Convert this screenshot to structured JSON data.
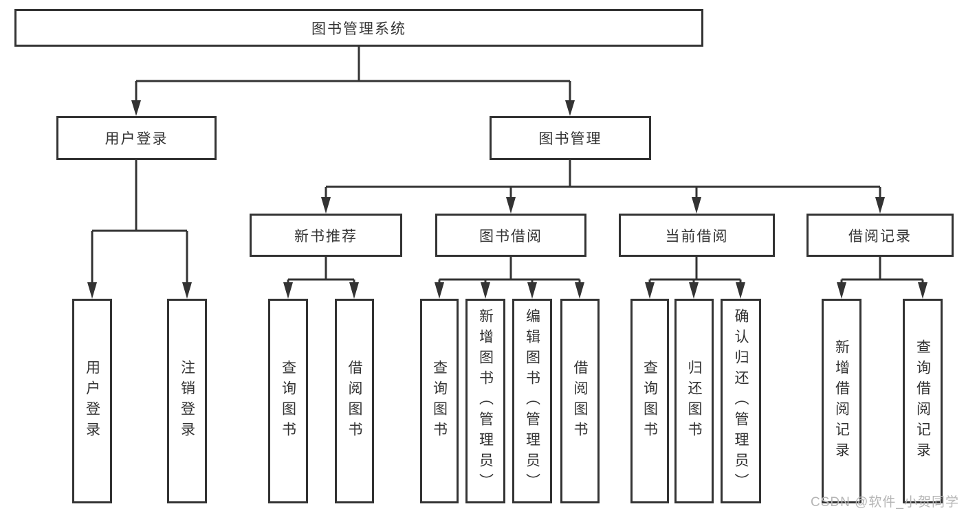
{
  "tree": {
    "label": "图书管理系统",
    "children": [
      {
        "label": "用户登录",
        "children": [
          {
            "label": "用户登录"
          },
          {
            "label": "注销登录"
          }
        ]
      },
      {
        "label": "图书管理",
        "children": [
          {
            "label": "新书推荐",
            "children": [
              {
                "label": "查询图书"
              },
              {
                "label": "借阅图书"
              }
            ]
          },
          {
            "label": "图书借阅",
            "children": [
              {
                "label": "查询图书"
              },
              {
                "label": "新增图书（管理员）"
              },
              {
                "label": "编辑图书（管理员）"
              },
              {
                "label": "借阅图书"
              }
            ]
          },
          {
            "label": "当前借阅",
            "children": [
              {
                "label": "查询图书"
              },
              {
                "label": "归还图书"
              },
              {
                "label": "确认归还（管理员）"
              }
            ]
          },
          {
            "label": "借阅记录",
            "children": [
              {
                "label": "新增借阅记录"
              },
              {
                "label": "查询借阅记录"
              }
            ]
          }
        ]
      }
    ]
  },
  "watermark": {
    "text": "CSDN @软件_小贺同学"
  },
  "colors": {
    "line": "#333333",
    "text": "#333333",
    "box_fill": "#ffffff",
    "watermark": "#b5b5b5",
    "background": "#ffffff"
  }
}
